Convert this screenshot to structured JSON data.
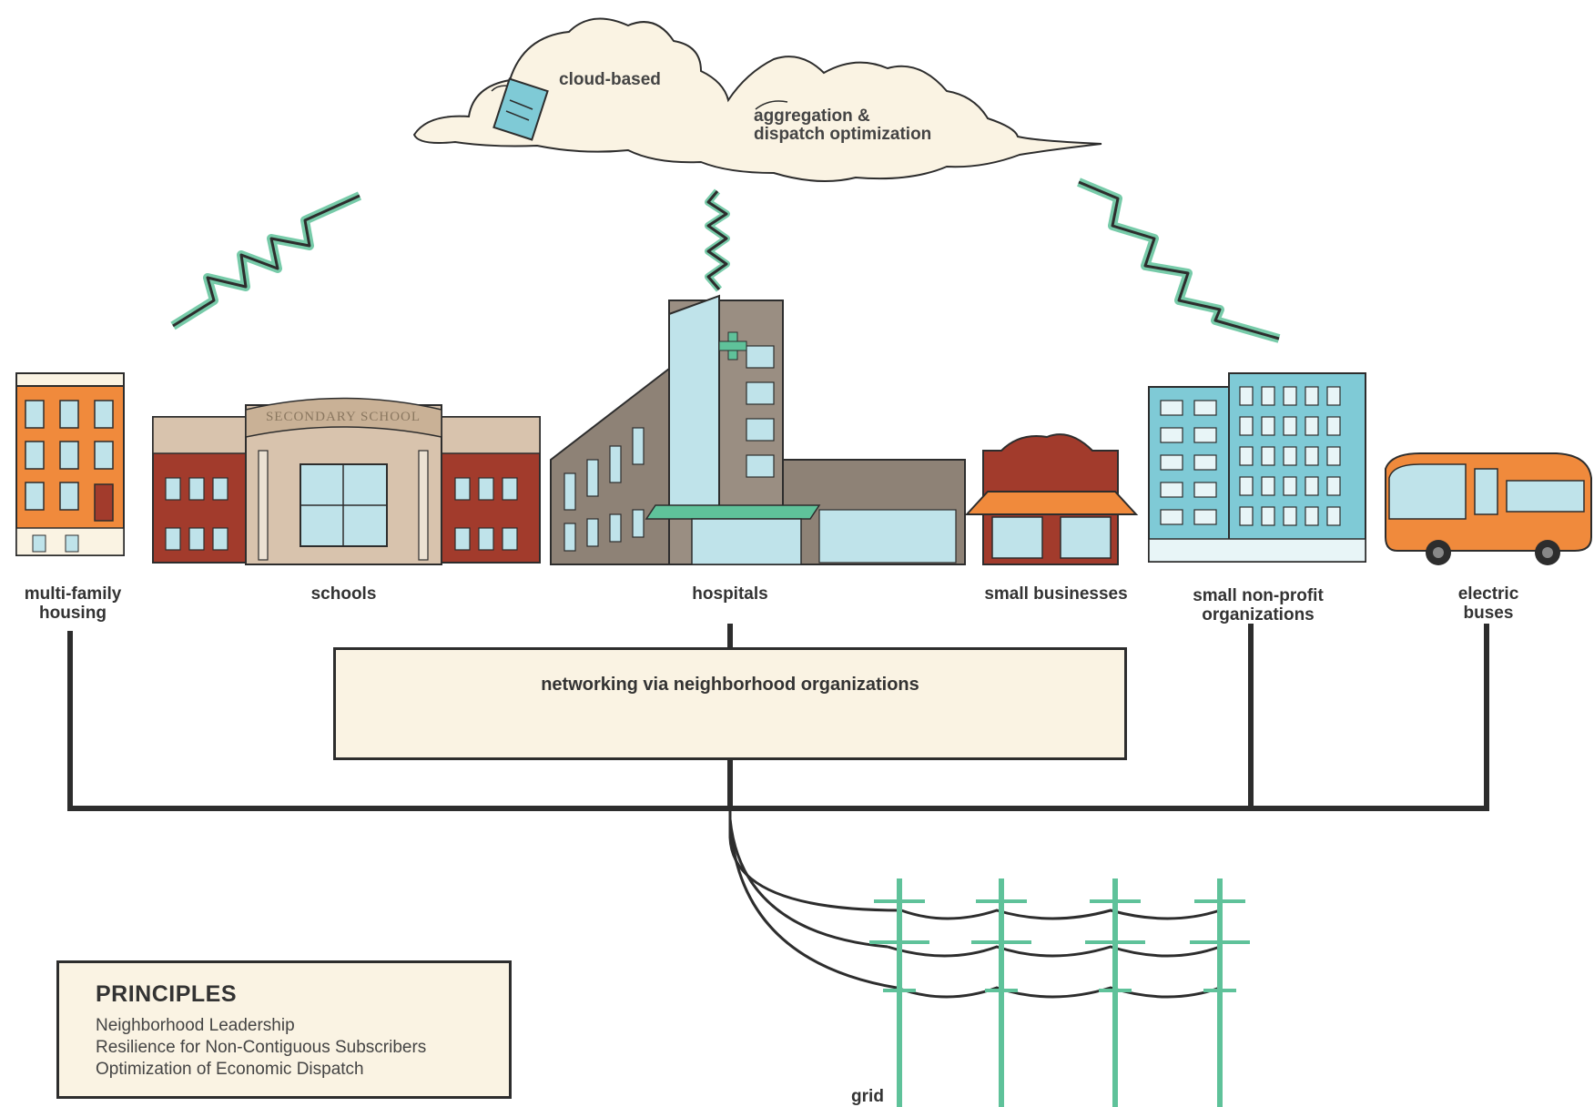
{
  "cloud": {
    "label_1": "cloud-based",
    "label_2": "aggregation &\ndispatch optimization"
  },
  "nodes": [
    {
      "id": "multi-family-housing",
      "label": "multi-family\nhousing",
      "icon": "apartment-building-icon"
    },
    {
      "id": "schools",
      "label": "schools",
      "icon": "school-building-icon",
      "sign": "SECONDARY SCHOOL"
    },
    {
      "id": "hospitals",
      "label": "hospitals",
      "icon": "hospital-building-icon"
    },
    {
      "id": "small-businesses",
      "label": "small businesses",
      "icon": "storefront-icon"
    },
    {
      "id": "small-non-profit-organizations",
      "label": "small non-profit\norganizations",
      "icon": "office-building-icon"
    },
    {
      "id": "electric-buses",
      "label": "electric\nbuses",
      "icon": "electric-bus-icon"
    }
  ],
  "network_box": {
    "label": "networking via neighborhood organizations"
  },
  "grid": {
    "label": "grid",
    "icon": "power-pole-icon"
  },
  "principles": {
    "title": "PRINCIPLES",
    "items": [
      "Neighborhood Leadership",
      "Resilience for Non-Contiguous Subscribers",
      "Optimization of Economic Dispatch"
    ]
  },
  "colors": {
    "accent_green": "#5fc29a",
    "dark_line": "#2d2d2d",
    "cream": "#faf3e3",
    "brick_red": "#a23b2c",
    "orange": "#f08a3c",
    "teal_glass": "#7fcad6"
  }
}
